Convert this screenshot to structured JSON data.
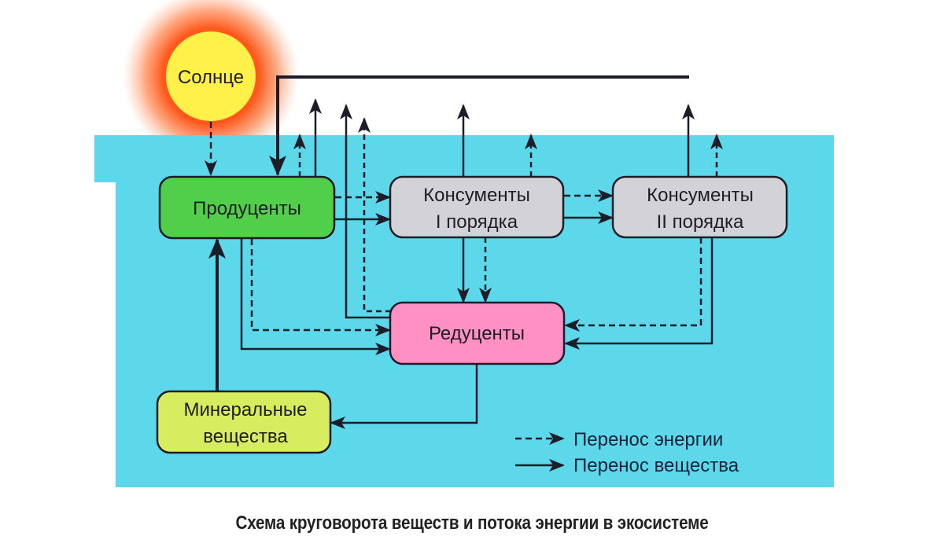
{
  "diagram": {
    "nodes": {
      "sun": {
        "label": "Солнце"
      },
      "producers": {
        "label": "Продуценты"
      },
      "consumers1": {
        "line1": "Консументы",
        "line2": "I порядка"
      },
      "consumers2": {
        "line1": "Консументы",
        "line2": "II порядка"
      },
      "decomposers": {
        "label": "Редуценты"
      },
      "minerals": {
        "line1": "Минеральные",
        "line2": "вещества"
      }
    },
    "edges": [
      {
        "from": "sun",
        "to": "producers",
        "type": "energy"
      },
      {
        "from": "producers",
        "to": "consumers1",
        "type": "energy"
      },
      {
        "from": "producers",
        "to": "consumers1",
        "type": "matter"
      },
      {
        "from": "consumers1",
        "to": "consumers2",
        "type": "energy"
      },
      {
        "from": "consumers1",
        "to": "consumers2",
        "type": "matter"
      },
      {
        "from": "producers",
        "to": "decomposers",
        "type": "energy"
      },
      {
        "from": "producers",
        "to": "decomposers",
        "type": "matter"
      },
      {
        "from": "consumers1",
        "to": "decomposers",
        "type": "energy"
      },
      {
        "from": "consumers1",
        "to": "decomposers",
        "type": "matter"
      },
      {
        "from": "consumers2",
        "to": "decomposers",
        "type": "energy"
      },
      {
        "from": "consumers2",
        "to": "decomposers",
        "type": "matter"
      },
      {
        "from": "decomposers",
        "to": "minerals",
        "type": "matter"
      },
      {
        "from": "minerals",
        "to": "producers",
        "type": "matter"
      },
      {
        "from": "atmosphere",
        "to": "producers",
        "type": "matter"
      },
      {
        "from": "producers",
        "to": "atmosphere",
        "type": "energy"
      },
      {
        "from": "producers",
        "to": "atmosphere",
        "type": "matter"
      },
      {
        "from": "decomposers",
        "to": "atmosphere",
        "type": "energy"
      },
      {
        "from": "decomposers",
        "to": "atmosphere",
        "type": "matter"
      },
      {
        "from": "consumers1",
        "to": "atmosphere",
        "type": "energy"
      },
      {
        "from": "consumers1",
        "to": "atmosphere",
        "type": "matter"
      },
      {
        "from": "consumers2",
        "to": "atmosphere",
        "type": "energy"
      },
      {
        "from": "consumers2",
        "to": "atmosphere",
        "type": "matter"
      }
    ],
    "legend": {
      "energy": "Перенос энергии",
      "matter": "Перенос вещества"
    },
    "colors": {
      "background_water": "#5cd8ea",
      "sun_core": "#fff04a",
      "sun_glow": "#ff5a1e",
      "producers": "#52cf4a",
      "consumers": "#d3d3d7",
      "decomposers": "#ff90c4",
      "minerals": "#d8ec60",
      "line": "#1d1d2a"
    }
  },
  "caption": "Схема круговорота веществ и потока энергии в экосистеме"
}
